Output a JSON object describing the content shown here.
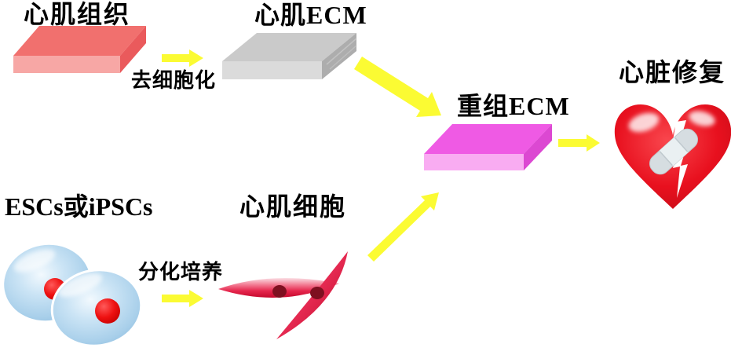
{
  "background_color": "#ffffff",
  "arrow_color": "#FBFB33",
  "nodes": [
    {
      "id": "myocardial-tissue",
      "label": "心肌组织",
      "shape": "slab",
      "color_top": "#F1706E",
      "color_front": "#F7A7A5",
      "color_side": "#EA5A5C"
    },
    {
      "id": "myocardial-ecm",
      "label": "心肌ECM",
      "shape": "slab",
      "color_top": "#CACACA",
      "color_front": "#DBDBDB",
      "color_side": "#ADADAD"
    },
    {
      "id": "stem-cells",
      "label": "ESCs或iPSCs",
      "shape": "round-cells",
      "color_body": "#A8CFEA",
      "color_nucleus": "#E80000"
    },
    {
      "id": "cardiomyocytes",
      "label": "心肌细胞",
      "shape": "spindle-cells",
      "color_body": "#E6274E",
      "color_nucleus": "#7E1020"
    },
    {
      "id": "recombinant-ecm",
      "label": "重组ECM",
      "shape": "slab",
      "color_top": "#EF5AE4",
      "color_front": "#F9ACF2",
      "color_side": "#DC48D2"
    },
    {
      "id": "heart-repair",
      "label": "心脏修复",
      "shape": "heart-with-bandage",
      "color_heart": "#E8101E",
      "color_bandage": "#D6DDE1"
    }
  ],
  "edges": [
    {
      "from": "myocardial-tissue",
      "to": "myocardial-ecm",
      "label": "去细胞化",
      "direction": "right"
    },
    {
      "from": "stem-cells",
      "to": "cardiomyocytes",
      "label": "分化培养",
      "direction": "right"
    },
    {
      "from": "myocardial-ecm",
      "to": "recombinant-ecm",
      "label": "",
      "direction": "down-right"
    },
    {
      "from": "cardiomyocytes",
      "to": "recombinant-ecm",
      "label": "",
      "direction": "up-right"
    },
    {
      "from": "recombinant-ecm",
      "to": "heart-repair",
      "label": "",
      "direction": "right"
    }
  ]
}
